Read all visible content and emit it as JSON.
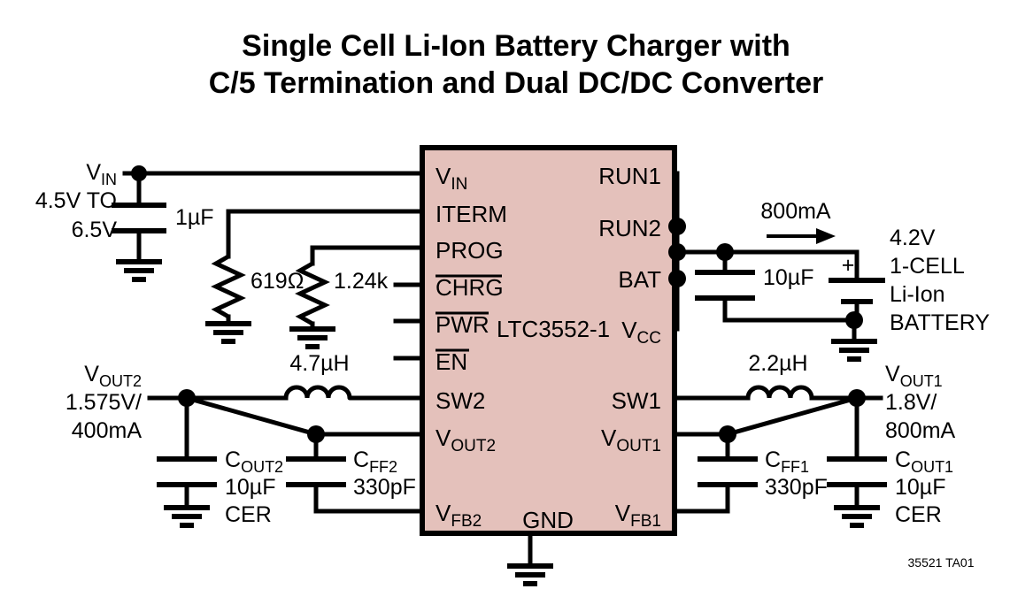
{
  "title": {
    "line1": "Single Cell Li-Ion Battery Charger with",
    "line2": "C/5 Termination and Dual DC/DC Converter"
  },
  "chip": {
    "name": "LTC3552-1",
    "fill_color": "#e4c1bb",
    "border_color": "#000000",
    "pins_left": [
      {
        "label": "V",
        "sub": "IN",
        "overbar": false
      },
      {
        "label": "ITERM",
        "sub": "",
        "overbar": false
      },
      {
        "label": "PROG",
        "sub": "",
        "overbar": false
      },
      {
        "label": "CHRG",
        "sub": "",
        "overbar": true
      },
      {
        "label": "PWR",
        "sub": "",
        "overbar": true
      },
      {
        "label": "EN",
        "sub": "",
        "overbar": true
      },
      {
        "label": "SW2",
        "sub": "",
        "overbar": false
      },
      {
        "label": "V",
        "sub": "OUT2",
        "overbar": false
      },
      {
        "label": "V",
        "sub": "FB2",
        "overbar": false
      }
    ],
    "pins_right": [
      {
        "label": "RUN1",
        "sub": "",
        "overbar": false
      },
      {
        "label": "RUN2",
        "sub": "",
        "overbar": false
      },
      {
        "label": "BAT",
        "sub": "",
        "overbar": false
      },
      {
        "label": "V",
        "sub": "CC",
        "overbar": false
      },
      {
        "label": "SW1",
        "sub": "",
        "overbar": false
      },
      {
        "label": "V",
        "sub": "OUT1",
        "overbar": false
      },
      {
        "label": "V",
        "sub": "FB1",
        "overbar": false
      }
    ],
    "pin_bottom": {
      "label": "GND"
    }
  },
  "input_source": {
    "name": "V",
    "name_sub": "IN",
    "range_line1": "4.5V TO",
    "range_line2": "6.5V"
  },
  "components": {
    "cin": "1µF",
    "r_iterm": "619Ω",
    "r_prog": "1.24k",
    "cbat": "10µF",
    "l2": "4.7µH",
    "l1": "2.2µH",
    "cout2_name": "C",
    "cout2_sub": "OUT2",
    "cout2_val": "10µF",
    "cout2_type": "CER",
    "cff2_name": "C",
    "cff2_sub": "FF2",
    "cff2_val": "330pF",
    "cff1_name": "C",
    "cff1_sub": "FF1",
    "cff1_val": "330pF",
    "cout1_name": "C",
    "cout1_sub": "OUT1",
    "cout1_val": "10µF",
    "cout1_type": "CER"
  },
  "battery": {
    "current": "800mA",
    "plus": "+",
    "line1": "4.2V",
    "line2": "1-CELL",
    "line3": "Li-Ion",
    "line4": "BATTERY"
  },
  "output2": {
    "name": "V",
    "name_sub": "OUT2",
    "line1": "1.575V/",
    "line2": "400mA"
  },
  "output1": {
    "name": "V",
    "name_sub": "OUT1",
    "line1": "1.8V/",
    "line2": "800mA"
  },
  "caption": "35521 TA01"
}
